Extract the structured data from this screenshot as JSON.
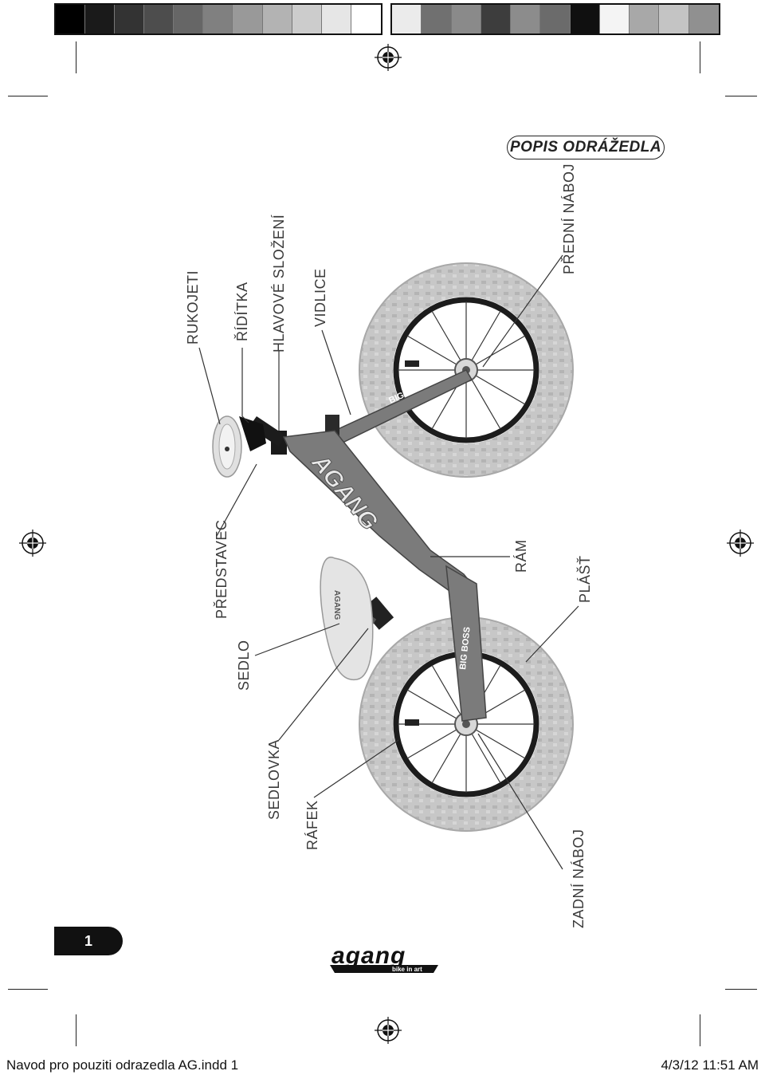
{
  "colors": {
    "color_bar_left": [
      "#000000",
      "#1a1a1a",
      "#333333",
      "#4d4d4d",
      "#666666",
      "#808080",
      "#999999",
      "#b3b3b3",
      "#cccccc",
      "#e6e6e6",
      "#ffffff"
    ],
    "color_bar_right": [
      "#ebebeb",
      "#707070",
      "#8a8a8a",
      "#3d3d3d",
      "#8c8c8c",
      "#6b6b6b",
      "#101010",
      "#f4f4f4",
      "#a8a8a8",
      "#c4c4c4",
      "#909090"
    ],
    "frame": "#7b7b7b",
    "tire": "#c7c7c7",
    "rim": "#1c1c1c"
  },
  "header": {
    "title": "POPIS ODRÁŽEDLA"
  },
  "labels": {
    "rukojeti": "RUKOJETI",
    "riditka": "ŘÍDÍTKA",
    "hlavove_slozeni": "HLAVOVÉ SLOŽENÍ",
    "vidlice": "VIDLICE",
    "predni_naboj": "PŘEDNÍ NÁBOJ",
    "predstavec": "PŘEDSTAVEC",
    "sedlo": "SEDLO",
    "sedlovka": "SEDLOVKA",
    "rafek": "RÁFEK",
    "ram": "RÁM",
    "plast": "PLÁŠŤ",
    "zadni_naboj": "ZADNÍ NÁBOJ"
  },
  "bike_decals": {
    "frame_brand": "AGANG",
    "fork_model": "BIG BOSS",
    "seatstay_model": "BIG BOSS"
  },
  "page_number": "1",
  "logo": {
    "brand": "agang",
    "tagline": "bike in art"
  },
  "footer": {
    "file": "Navod pro pouziti odrazedla AG.indd   1",
    "timestamp": "4/3/12   11:51 AM"
  },
  "icons": [
    "registration-mark-icon"
  ]
}
